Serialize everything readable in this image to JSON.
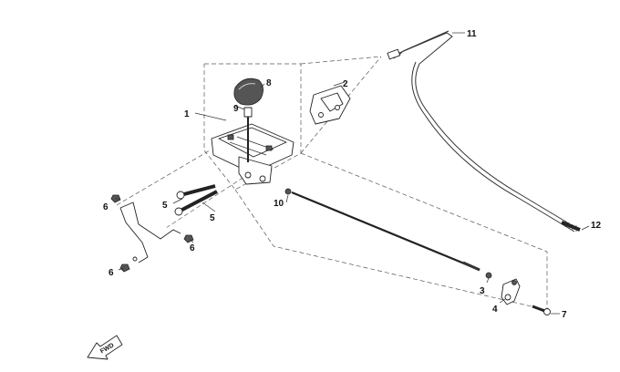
{
  "callouts": [
    {
      "id": "1",
      "label": "1"
    },
    {
      "id": "2",
      "label": "2"
    },
    {
      "id": "3",
      "label": "3"
    },
    {
      "id": "4",
      "label": "4"
    },
    {
      "id": "5a",
      "label": "5"
    },
    {
      "id": "5b",
      "label": "5"
    },
    {
      "id": "6a",
      "label": "6"
    },
    {
      "id": "6b",
      "label": "6"
    },
    {
      "id": "6c",
      "label": "6"
    },
    {
      "id": "7",
      "label": "7"
    },
    {
      "id": "8",
      "label": "8"
    },
    {
      "id": "9",
      "label": "9"
    },
    {
      "id": "10",
      "label": "10"
    },
    {
      "id": "11",
      "label": "11"
    },
    {
      "id": "12",
      "label": "12"
    }
  ],
  "direction_indicator": {
    "label": "FWD"
  },
  "colors": {
    "line": "#222222",
    "dashed": "#555555",
    "background": "#ffffff"
  }
}
